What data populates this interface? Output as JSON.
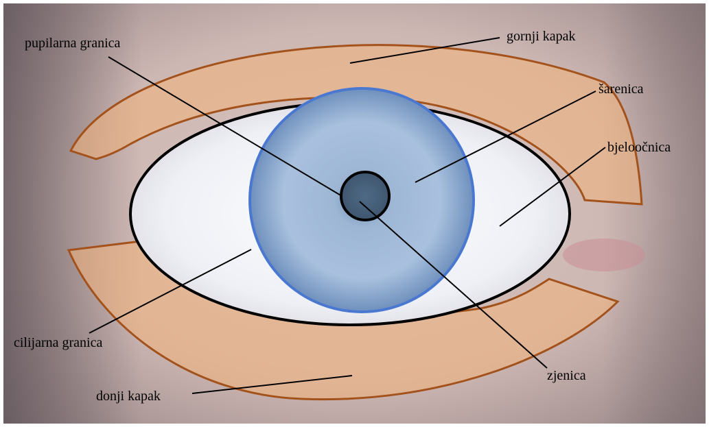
{
  "labels": {
    "pupillary_border": "pupilarna granica",
    "upper_eyelid": "gornji kapak",
    "iris": "šarenica",
    "sclera": "bjeloočnica",
    "ciliary_border": "cilijarna granica",
    "lower_eyelid": "donji kapak",
    "pupil": "zjenica"
  },
  "colors": {
    "eyelid_outline": "#a3521b",
    "eyelid_fill": "#f2b27a",
    "iris_outline": "#4a78d0",
    "eye_outline": "#000000",
    "leader_line": "#000000"
  }
}
